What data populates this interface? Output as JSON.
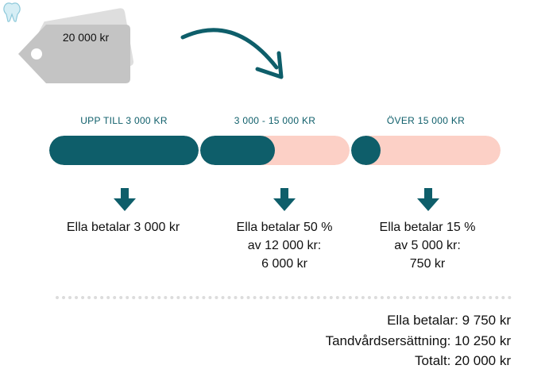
{
  "price_tag": {
    "amount": "20 000 kr",
    "icon": "tooth-icon"
  },
  "tiers": [
    {
      "label": "UPP TILL 3 000 KR",
      "fill_fraction": 1.0,
      "result_lines": [
        "Ella betalar 3 000 kr"
      ]
    },
    {
      "label": "3 000 - 15 000 KR",
      "fill_fraction": 0.5,
      "result_lines": [
        "Ella betalar 50 %",
        "av 12 000 kr:",
        "6 000 kr"
      ]
    },
    {
      "label": "ÖVER 15 000 KR",
      "fill_fraction": 0.15,
      "result_lines": [
        "Ella betalar 15 %",
        "av 5 000 kr:",
        "750 kr"
      ]
    }
  ],
  "summary": {
    "patient_pays": "Ella betalar: 9 750 kr",
    "reimbursement": "Tandvårdsersättning: 10 250 kr",
    "total": "Totalt: 20 000 kr"
  },
  "colors": {
    "teal": "#0e5e6a",
    "pink": "#fcd0c6",
    "tag_gray": "#c9c9c9"
  }
}
